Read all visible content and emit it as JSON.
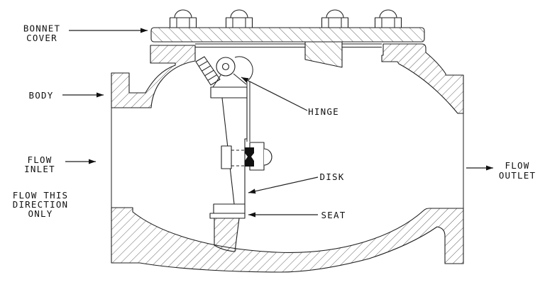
{
  "diagram": {
    "type": "technical-cross-section",
    "subject": "swing check valve",
    "line_color": "#1a1a1a",
    "background_color": "#ffffff",
    "labels": {
      "bonnet_cover": [
        "BONNET",
        "COVER"
      ],
      "body": "BODY",
      "flow_inlet": [
        "FLOW",
        "INLET"
      ],
      "flow_note": [
        "FLOW THIS",
        "DIRECTION",
        "ONLY"
      ],
      "hinge": "HINGE",
      "disk": "DISK",
      "seat": "SEAT",
      "flow_outlet": [
        "FLOW",
        "OUTLET"
      ]
    }
  }
}
